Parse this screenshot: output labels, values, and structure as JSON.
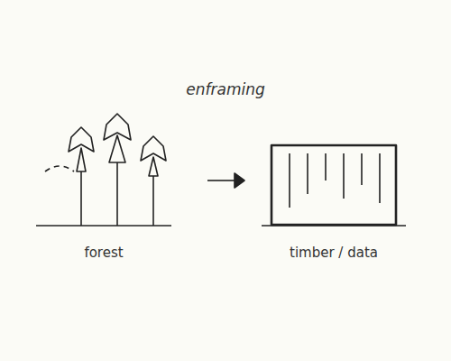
{
  "diagram": {
    "title": "enframing",
    "labels": [
      "forest",
      "timber / data"
    ]
  }
}
